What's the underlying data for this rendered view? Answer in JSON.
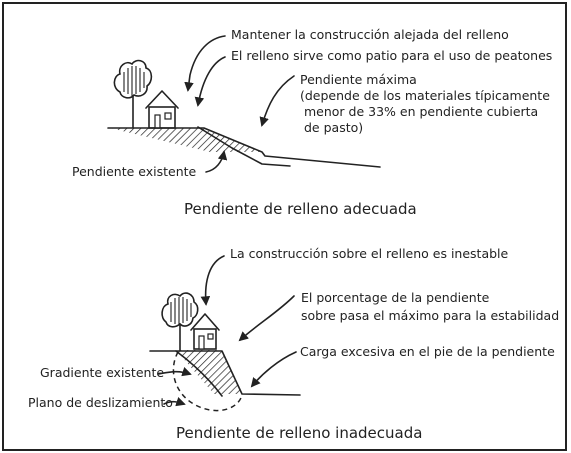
{
  "top": {
    "label_keep_away": "Mantener la construcción alejada del relleno",
    "label_patio": "El relleno sirve como patio para el uso de peatones",
    "label_max_slope_1": "Pendiente máxima",
    "label_max_slope_2": "(depende de los materiales típicamente",
    "label_max_slope_3": "menor de 33% en pendiente cubierta",
    "label_max_slope_4": "de pasto)",
    "label_existing": "Pendiente existente",
    "caption": "Pendiente de relleno adecuada"
  },
  "bottom": {
    "label_unstable": "La construcción sobre el relleno es inestable",
    "label_exceeds_1": "El porcentage de la pendiente",
    "label_exceeds_2": "sobre pasa el máximo para la estabilidad",
    "label_excess_load": "Carga excesiva en el pie de la pendiente",
    "label_gradient": "Gradiente existente",
    "label_slip_plane": "Plano de deslizamiento",
    "caption": "Pendiente de relleno inadecuada"
  },
  "icons": [
    "tree-icon",
    "house-icon"
  ]
}
